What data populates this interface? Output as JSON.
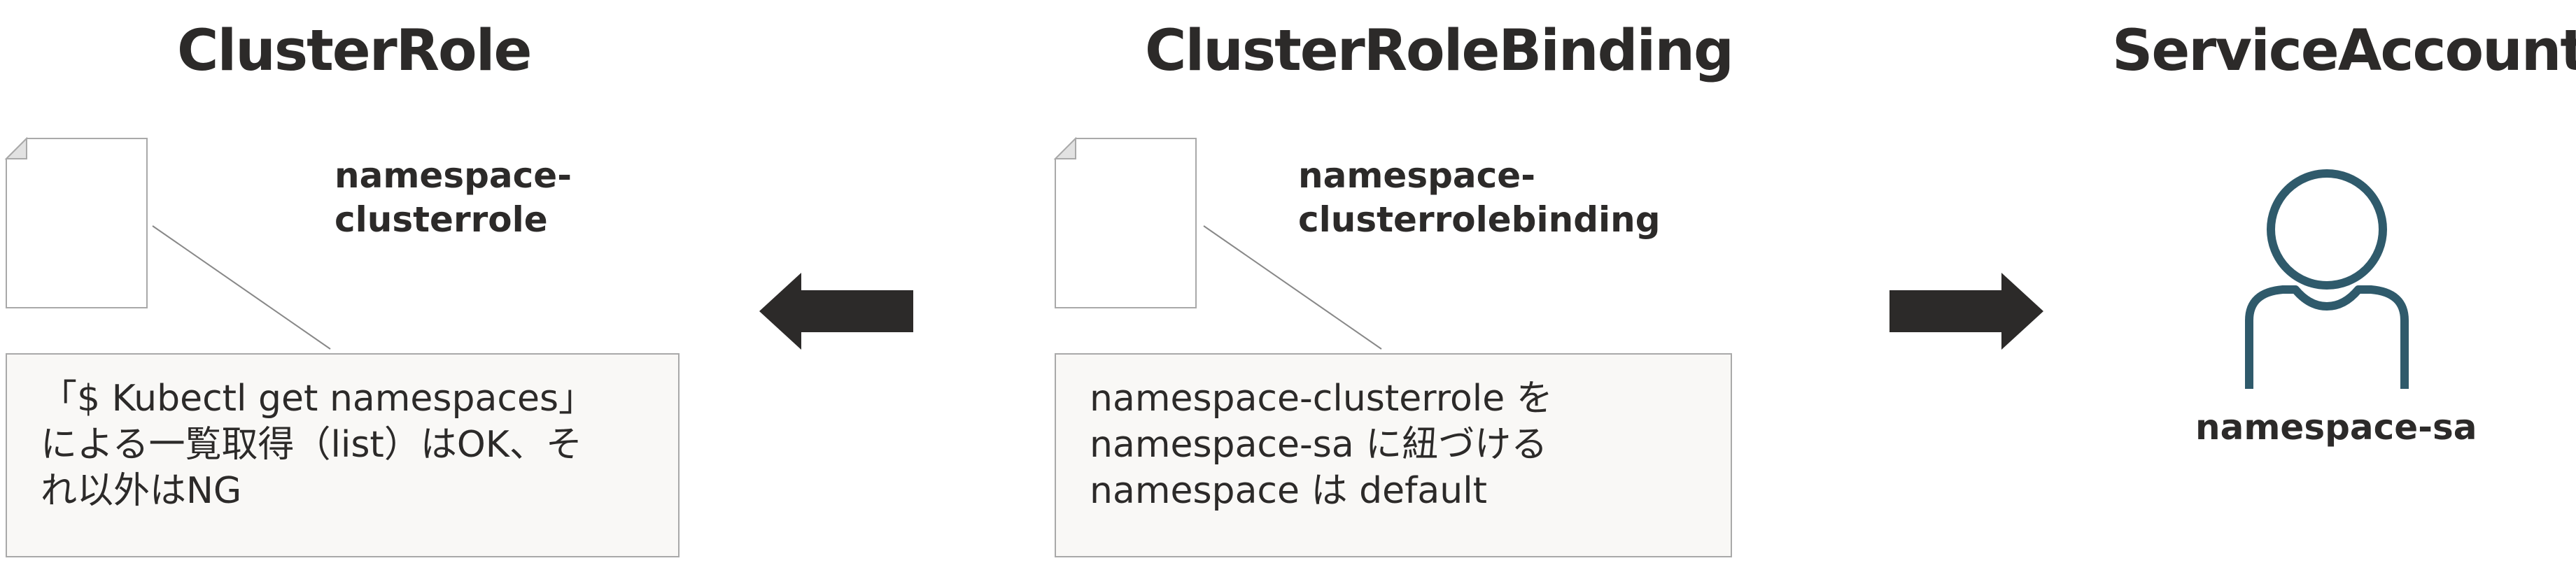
{
  "colors": {
    "text": "#2c2a29",
    "arrow": "#2c2a29",
    "note_bg": "#f9f8f6",
    "note_border": "#a9a9a9",
    "document_border": "#a9a9a9",
    "service_account_icon": "#2f5a6b"
  },
  "cluster_role": {
    "title": "ClusterRole",
    "icon": "document-icon",
    "name_line1": "namespace-",
    "name_line2": "clusterrole",
    "note_lines": [
      "「$ Kubectl get namespaces」",
      "による一覧取得（list）はOK、そ",
      "れ以外はNG"
    ]
  },
  "cluster_role_binding": {
    "title": "ClusterRoleBinding",
    "icon": "document-icon",
    "name_line1": "namespace-",
    "name_line2": "clusterrolebinding",
    "note_lines": [
      "namespace-clusterrole を",
      "namespace-sa に紐づける",
      "namespace は default"
    ]
  },
  "service_account": {
    "title": "ServiceAccount",
    "icon": "user-icon",
    "name": "namespace-sa"
  },
  "arrows": [
    {
      "direction": "left",
      "icon": "arrow-left-icon"
    },
    {
      "direction": "right",
      "icon": "arrow-right-icon"
    }
  ]
}
